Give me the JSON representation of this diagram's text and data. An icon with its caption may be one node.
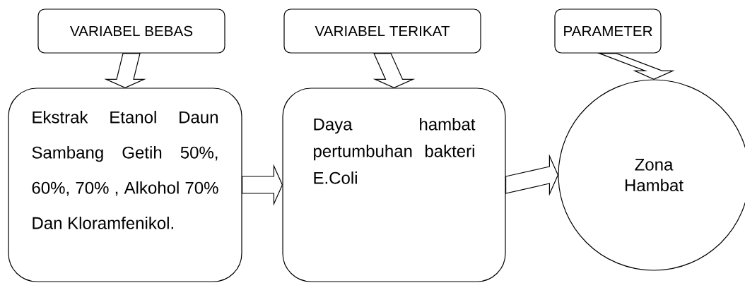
{
  "diagram": {
    "nodes": [
      {
        "text": [
          "VARIABEL BEBAS"
        ]
      },
      {
        "text": [
          "VARIABEL TERIKAT"
        ]
      },
      {
        "text": [
          "PARAMETER"
        ]
      },
      {
        "text": [
          "Ekstrak Etanol Daun Sambang Getih 50%, 60%, 70% , Alkohol 70% Dan Kloramfenikol."
        ]
      },
      {
        "text": [
          "Daya hambat pertumbuhan bakteri E.Coli"
        ]
      },
      {
        "text": [
          "Zona Hambat"
        ]
      }
    ],
    "edges": [
      {
        "from": 0,
        "to": 3,
        "arrow": "to"
      },
      {
        "from": 1,
        "to": 4,
        "arrow": "to"
      },
      {
        "from": 2,
        "to": 5,
        "arrow": "to"
      },
      {
        "from": 3,
        "to": 4,
        "arrow": "to"
      },
      {
        "from": 4,
        "to": 5,
        "arrow": "to"
      }
    ]
  }
}
